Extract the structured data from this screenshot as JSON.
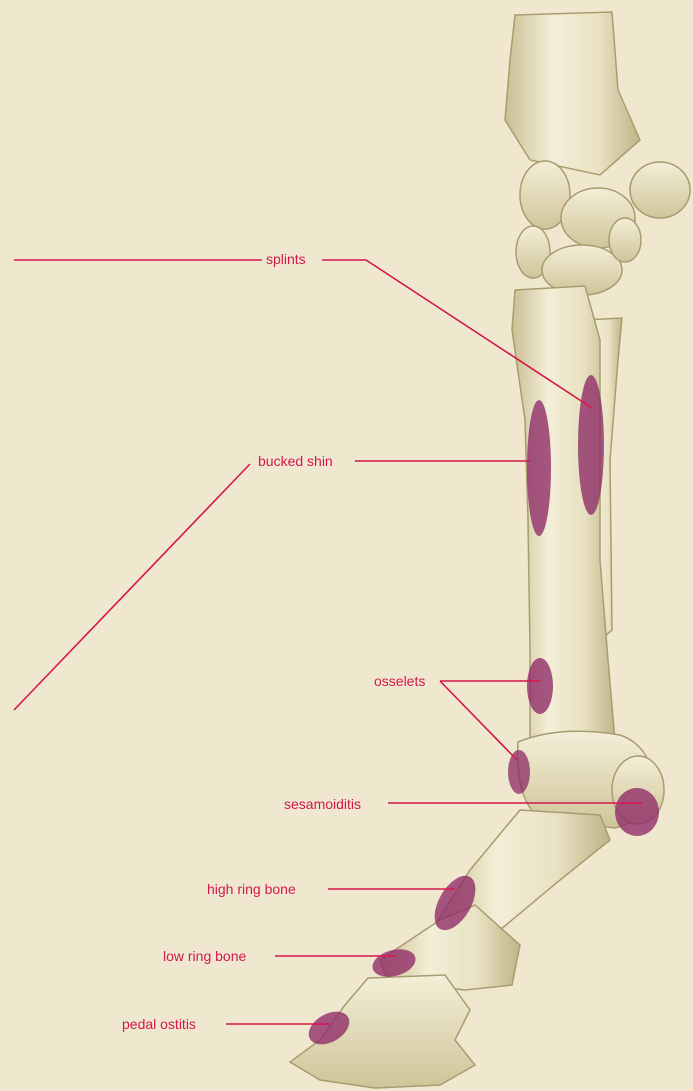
{
  "colors": {
    "background": "#efe8cf",
    "bone_fill": "#ece6c8",
    "bone_shadow": "#c9bf93",
    "bone_outline": "#a89c70",
    "lesion": "#8e2a66",
    "label_line": "#d6174d",
    "label_text": "#d6174d"
  },
  "labels": {
    "splints": "splints",
    "bucked_shin": "bucked shin",
    "osselets": "osselets",
    "sesamoiditis": "sesamoiditis",
    "high_ring_bone": "high ring bone",
    "low_ring_bone": "low ring bone",
    "pedal_ostitis": "pedal ostitis"
  }
}
